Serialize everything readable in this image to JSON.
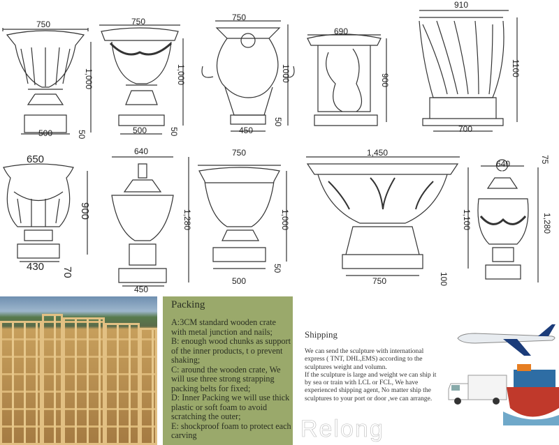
{
  "drawings": [
    {
      "name": "fluted-urn",
      "labels": [
        "750",
        "1,000",
        "500",
        "50"
      ]
    },
    {
      "name": "garland-urn",
      "labels": [
        "750",
        "1,000",
        "500",
        "50"
      ]
    },
    {
      "name": "mask-handle-urn",
      "labels": [
        "750",
        "1000",
        "450",
        "50"
      ]
    },
    {
      "name": "cherub-planter",
      "labels": [
        "690",
        "900"
      ]
    },
    {
      "name": "shell-planter",
      "labels": [
        "910",
        "1100",
        "700"
      ]
    },
    {
      "name": "gadroon-urn",
      "labels": [
        "650",
        "900",
        "430",
        "70"
      ]
    },
    {
      "name": "lidded-finial-urn",
      "labels": [
        "640",
        "1,280",
        "450"
      ]
    },
    {
      "name": "campana-urn",
      "labels": [
        "750",
        "1,000",
        "500",
        "50"
      ]
    },
    {
      "name": "acanthus-trough",
      "labels": [
        "1,450",
        "1,100",
        "750",
        "100"
      ]
    },
    {
      "name": "covered-garland-urn",
      "labels": [
        "640",
        "75",
        "1,280"
      ]
    }
  ],
  "packing": {
    "title": "Packing",
    "lines": [
      "A:3CM standard wooden crate with metal junction and nails;",
      "B: enough wood chunks as support of the inner products, t o prevent shaking;",
      "C: around the wooden crate, We will use three strong strapping packing belts for fixed;",
      "D: Inner Packing we will use thick plastic or soft foam to avoid scratching the outer;",
      "E: shockproof foam to protect each carving"
    ]
  },
  "shipping": {
    "title": "Shipping",
    "lines": [
      "We can send the sculpture with international express ( TNT, DHL,EMS) according to the sculptures weight and volumn.",
      "If the sculpture is large and weight we can ship it by sea or train with LCL or FCL, We have experienced shipping agent, No matter ship the sculptures to your port or door ,we can arrange."
    ]
  },
  "watermark": "Relong",
  "colors": {
    "packing_bg": "#9aa96b",
    "line": "#333333"
  }
}
